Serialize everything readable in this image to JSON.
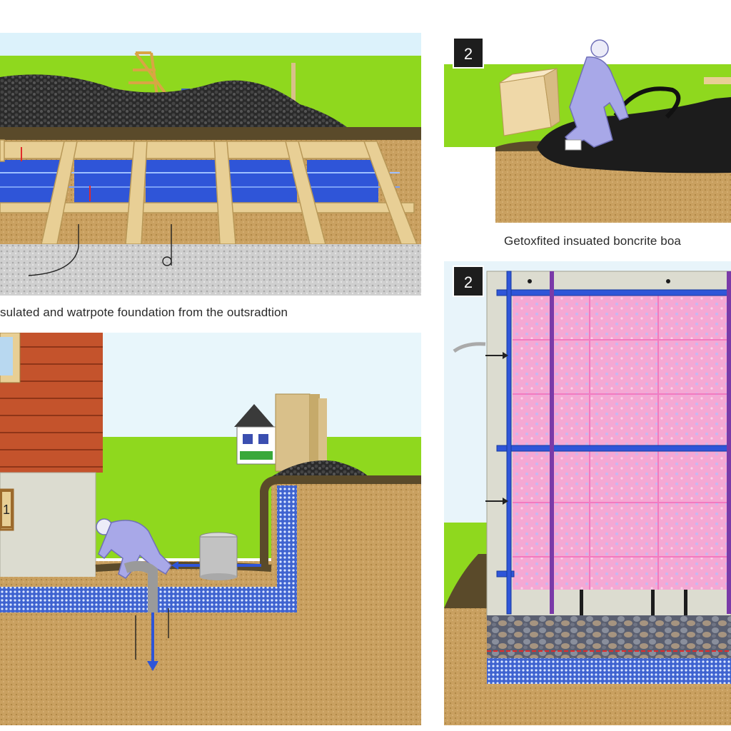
{
  "captions": {
    "top_left": "sulated and watrpote foundation from the outsradtion",
    "top_right": "Getoxfited insuated boncrite boa"
  },
  "badges": {
    "top_right": "2",
    "bottom_right": "2",
    "bottom_left": "1"
  },
  "colors": {
    "sky_green": "#8fd81e",
    "soil": "#c8a060",
    "gravel": "#c9c9c9",
    "water_blue": "#2f55d8",
    "timber": "#e8cf95",
    "siding": "#c4532c",
    "membrane": "#1c1c1c",
    "insulation_pink": "#f5a8d4",
    "worker": "#a8a8e8"
  }
}
